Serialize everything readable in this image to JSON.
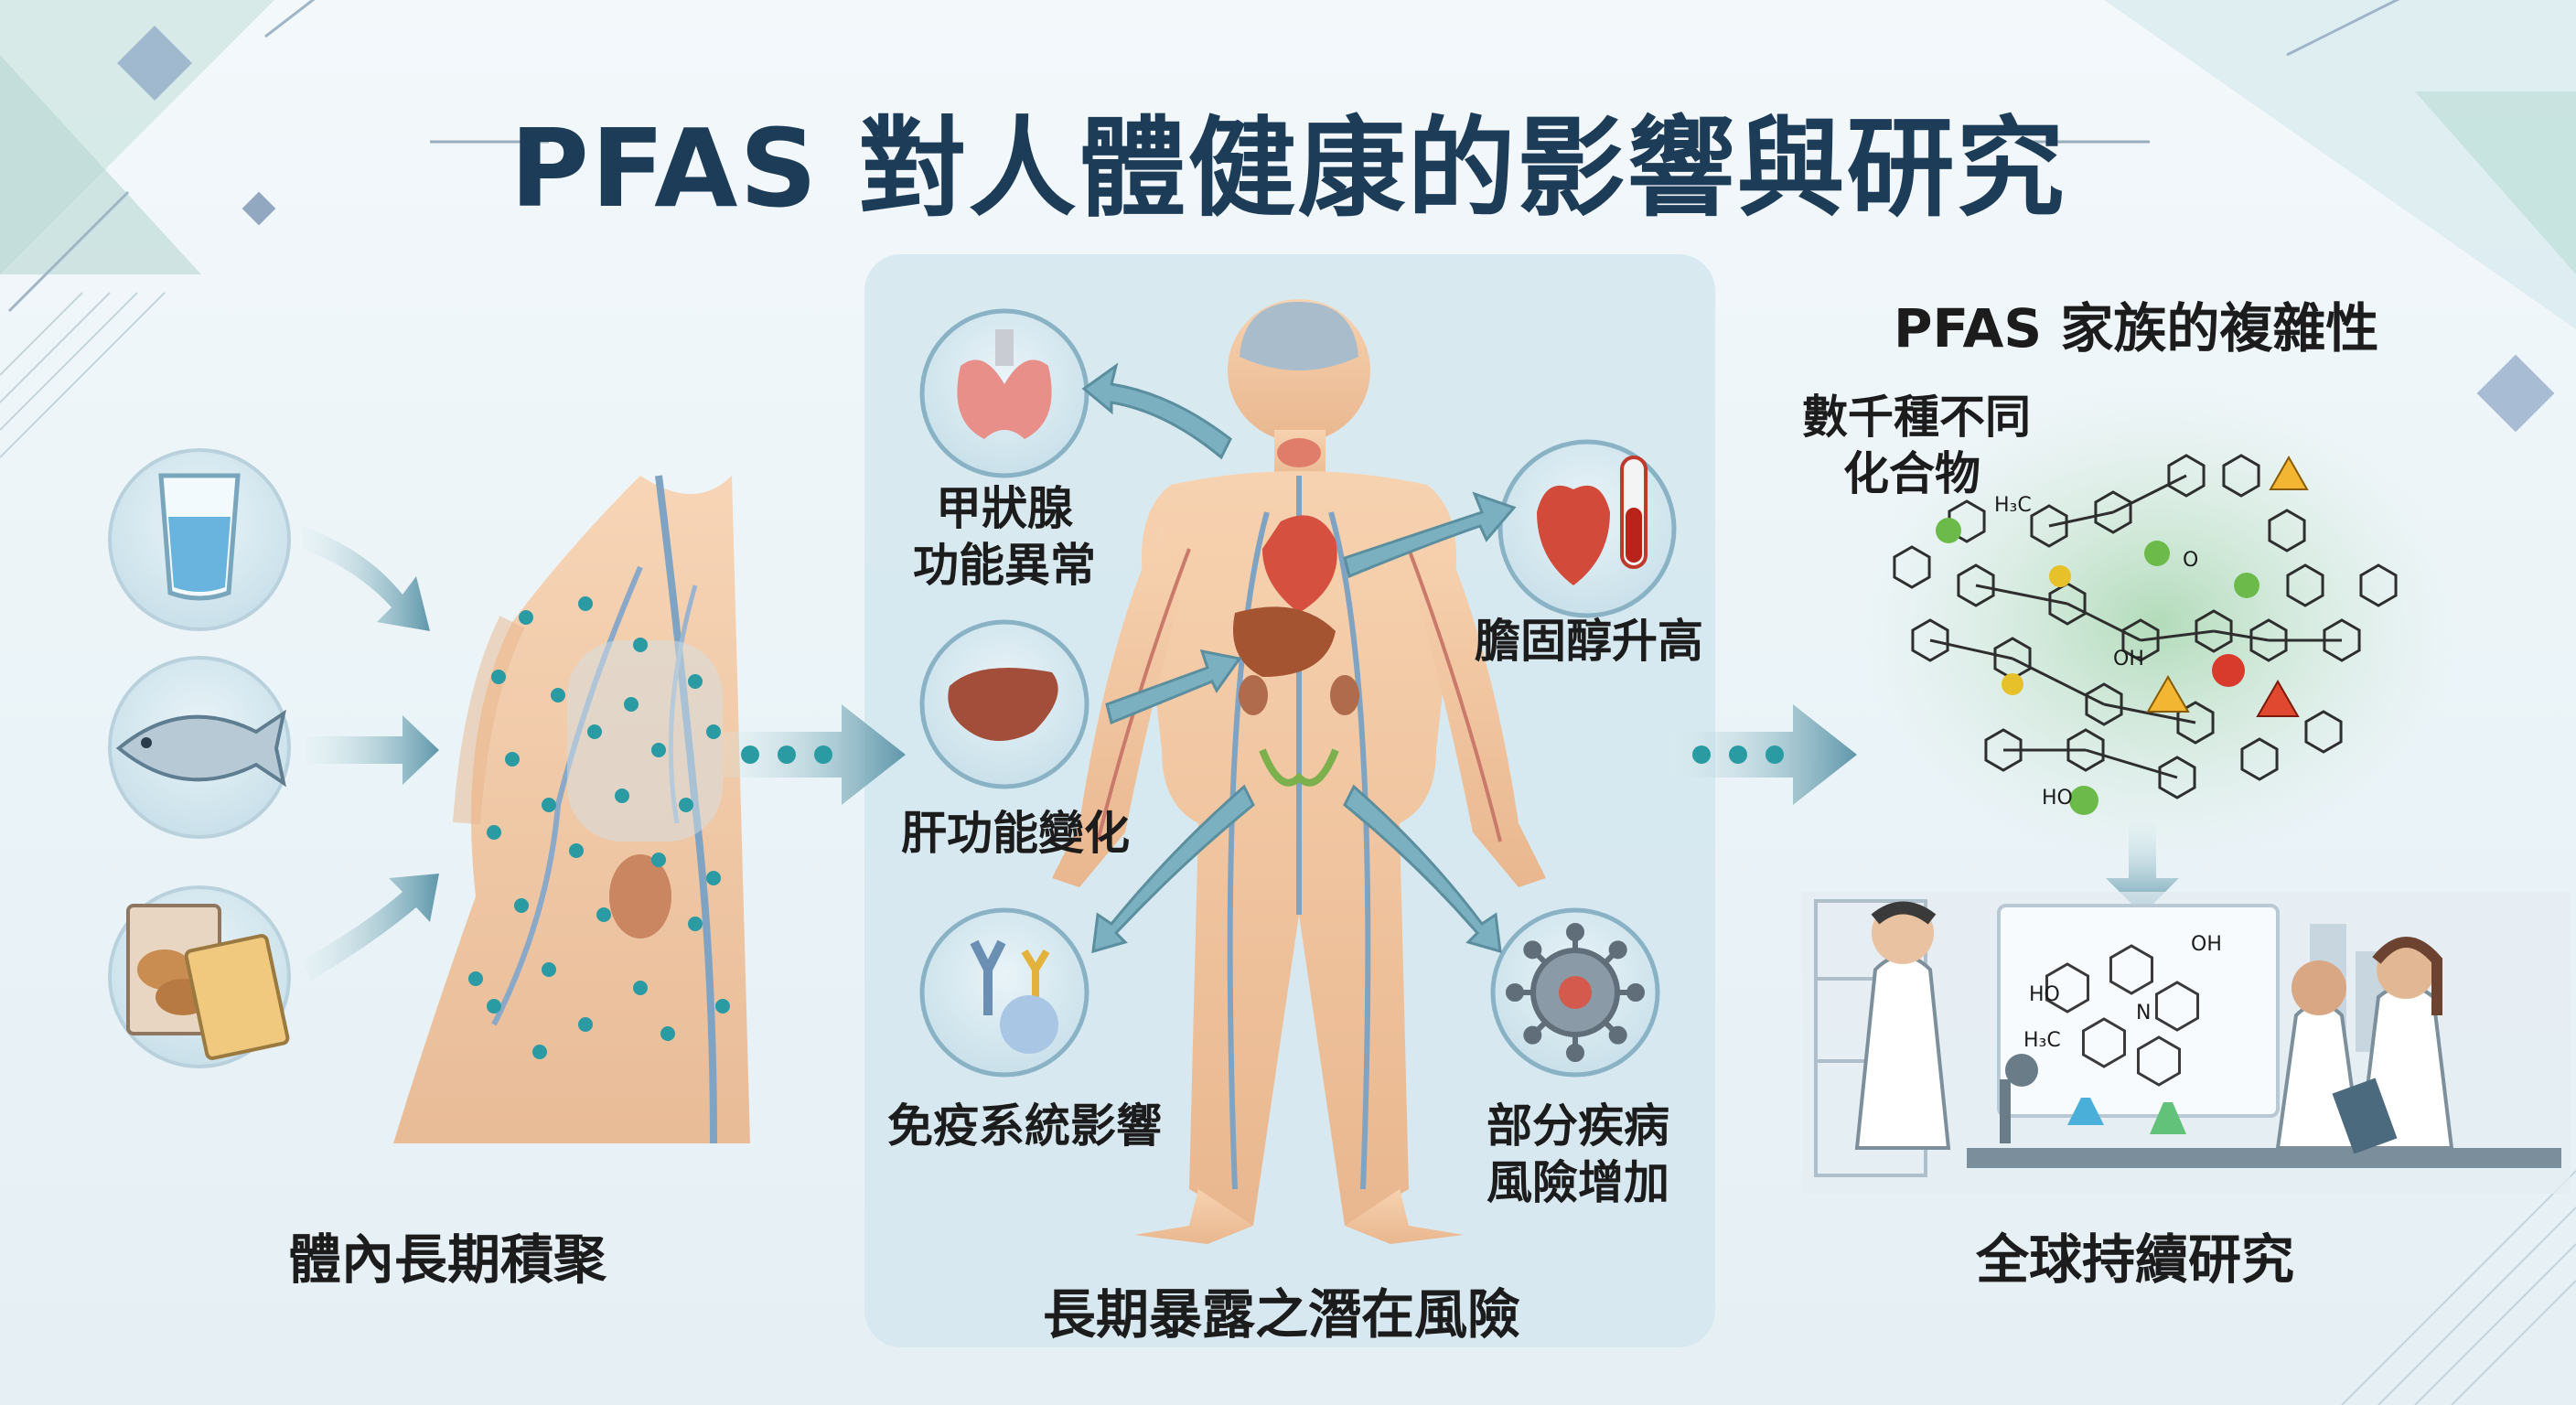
{
  "title": "PFAS 對人體健康的影響與研究",
  "sections": {
    "accumulation": "體內長期積聚",
    "risk": "長期暴露之潛在風險",
    "family": "PFAS 家族的複雜性",
    "compounds": [
      "數千種不同",
      "化合物"
    ],
    "research": "全球持續研究"
  },
  "effects": {
    "thyroid": [
      "甲狀腺",
      "功能異常"
    ],
    "cholesterol": "膽固醇升高",
    "liver": "肝功能變化",
    "immune": "免疫系統影響",
    "disease": [
      "部分疾病",
      "風險增加"
    ]
  },
  "molecule_labels": {
    "oh": "OH",
    "o": "O",
    "ho": "HO",
    "h3c": "H₃C",
    "n": "N",
    "ho2": "HO"
  },
  "colors": {
    "title": "#1d3c58",
    "panel": "#d5e8ef",
    "arrow": "#6fa3b3",
    "dot": "#2a9aa3"
  },
  "icons": [
    "water-glass-icon",
    "fish-icon",
    "snack-bag-icon",
    "thyroid-icon",
    "heart-icon",
    "blood-tube-icon",
    "liver-icon",
    "antibody-icon",
    "virus-icon",
    "warning-icon",
    "scientist-icon",
    "microscope-icon"
  ]
}
